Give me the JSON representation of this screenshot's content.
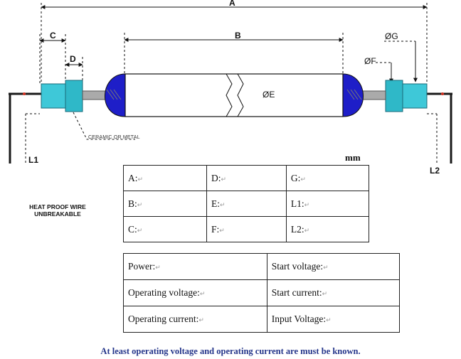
{
  "dimensions": {
    "A": "A",
    "B": "B",
    "C": "C",
    "D": "D",
    "E": "ØE",
    "F": "ØF",
    "G": "ØG",
    "L1": "L1",
    "L2": "L2"
  },
  "notes": {
    "ceramic": "CERAMIC OR METAL",
    "wire_line1": "HEAT PROOF WIRE",
    "wire_line2": "UNBREAKABLE"
  },
  "unit": "mm",
  "dimension_table": [
    [
      "A:",
      "D:",
      "G:"
    ],
    [
      "B:",
      "E:",
      "L1:"
    ],
    [
      "C:",
      "F:",
      "L2:"
    ]
  ],
  "electrical_table": [
    [
      "Power:",
      "Start voltage:"
    ],
    [
      "Operating voltage:",
      "Start current:"
    ],
    [
      "Operating current:",
      "Input Voltage:"
    ]
  ],
  "cell_mark": "↵",
  "footer": "At least operating voltage and operating current are must be known.",
  "colors": {
    "endcap_blue": "#1e1ec8",
    "ceramic_cyan": "#3ec8d8",
    "wire": "#1a1a1a"
  }
}
